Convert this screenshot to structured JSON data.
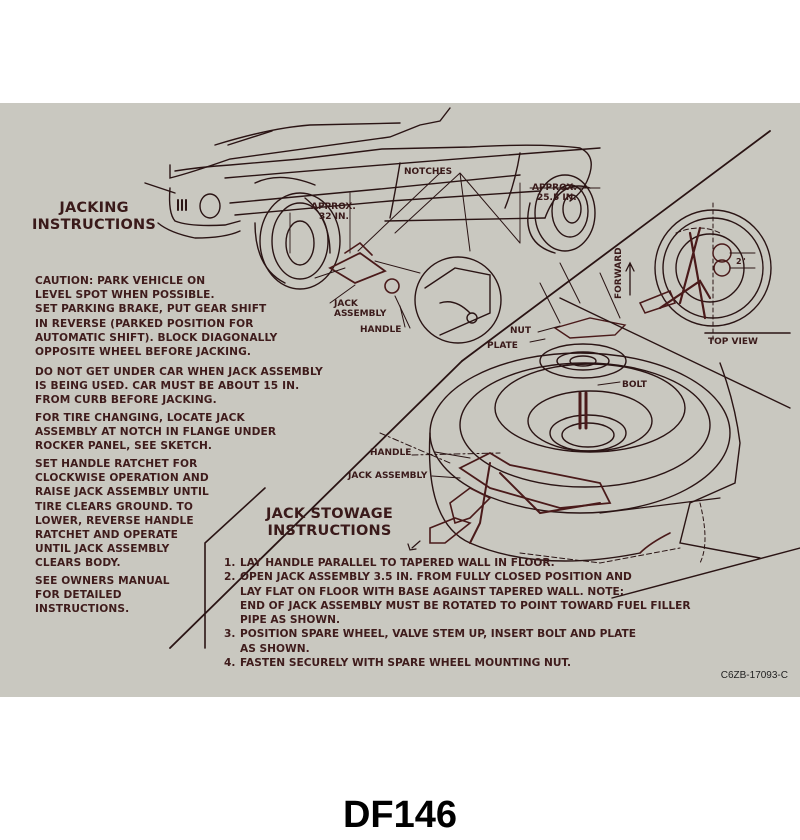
{
  "decal": {
    "background_color": "#c9c8c0",
    "ink_color": "#3f1c1c",
    "jacking": {
      "title_line1": "JACKING",
      "title_line2": "INSTRUCTIONS",
      "paragraphs": [
        [
          "CAUTION: PARK VEHICLE ON",
          "LEVEL SPOT WHEN POSSIBLE.",
          "SET PARKING BRAKE, PUT GEAR SHIFT",
          "IN REVERSE (PARKED POSITION FOR",
          "AUTOMATIC SHIFT). BLOCK DIAGONALLY",
          "OPPOSITE WHEEL BEFORE JACKING."
        ],
        [
          "DO NOT GET UNDER CAR WHEN JACK ASSEMBLY",
          "IS BEING USED. CAR MUST BE ABOUT 15 IN.",
          "FROM CURB BEFORE JACKING."
        ],
        [
          "FOR TIRE CHANGING, LOCATE JACK",
          "ASSEMBLY AT NOTCH IN FLANGE UNDER",
          "ROCKER PANEL, SEE SKETCH."
        ],
        [
          "SET HANDLE RATCHET FOR",
          "CLOCKWISE OPERATION AND",
          "RAISE JACK ASSEMBLY UNTIL",
          "TIRE CLEARS GROUND. TO",
          "LOWER, REVERSE HANDLE",
          "RATCHET AND OPERATE",
          "UNTIL JACK ASSEMBLY",
          "CLEARS BODY."
        ],
        [
          "SEE OWNERS MANUAL",
          "FOR DETAILED",
          "INSTRUCTIONS."
        ]
      ]
    },
    "diagram_labels": {
      "approx_front_1": "APPROX.",
      "approx_front_2": "32 IN.",
      "notches": "NOTCHES",
      "approx_rear_1": "APPROX.",
      "approx_rear_2": "25.5 IN.",
      "jack_1": "JACK",
      "jack_2": "ASSEMBLY",
      "handle_top": "HANDLE",
      "forward": "FORWARD",
      "top_view": "TOP VIEW",
      "dimension_2in": "2\"",
      "nut": "NUT",
      "plate": "PLATE",
      "bolt": "BOLT",
      "handle_bottom": "HANDLE",
      "jack_assembly_bottom": "JACK ASSEMBLY"
    },
    "stowage": {
      "title_line1": "JACK STOWAGE",
      "title_line2": "INSTRUCTIONS",
      "steps": [
        {
          "num": "1.",
          "lines": [
            "LAY HANDLE PARALLEL TO TAPERED WALL IN FLOOR."
          ]
        },
        {
          "num": "2.",
          "lines": [
            "OPEN JACK ASSEMBLY 3.5 IN. FROM FULLY CLOSED POSITION AND",
            "LAY FLAT ON FLOOR WITH BASE AGAINST TAPERED WALL. NOTE:",
            "END OF JACK ASSEMBLY MUST BE ROTATED TO POINT TOWARD FUEL FILLER",
            "PIPE AS SHOWN."
          ]
        },
        {
          "num": "3.",
          "lines": [
            "POSITION SPARE WHEEL, VALVE STEM UP, INSERT BOLT AND PLATE",
            "AS SHOWN."
          ]
        },
        {
          "num": "4.",
          "lines": [
            "FASTEN SECURELY WITH SPARE WHEEL MOUNTING NUT."
          ]
        }
      ]
    },
    "part_number": "C6ZB-17093-C"
  },
  "caption": "DF146"
}
